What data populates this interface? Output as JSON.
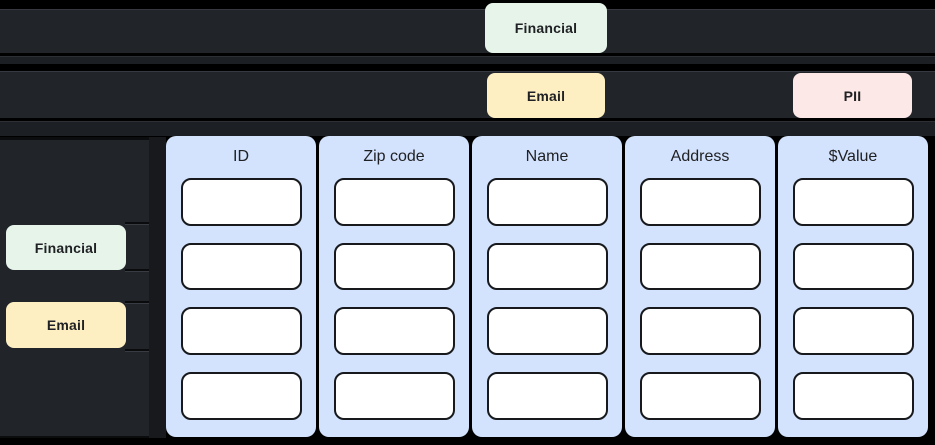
{
  "palette": {
    "background": "#000000",
    "lane_bg": "#212529",
    "substrip_bg": "#1c1f23",
    "panel_bg": "#212529",
    "gutter_bg": "#17191d",
    "column_bg": "#d3e3fd",
    "cell_bg": "#ffffff",
    "cell_border": "#17191c",
    "text_dark": "#202124",
    "tag_financial": "#e6f4ea",
    "tag_email": "#feefc3",
    "tag_pii": "#fce8e6"
  },
  "stream": {
    "lane1": {
      "tag": "Financial"
    },
    "lane2": {
      "tag_left": "Email",
      "tag_right": "PII"
    }
  },
  "row_panel": {
    "tag_top": "Financial",
    "tag_bottom": "Email"
  },
  "table": {
    "columns": [
      {
        "header": "ID",
        "cells": [
          "",
          "",
          "",
          ""
        ]
      },
      {
        "header": "Zip code",
        "cells": [
          "",
          "",
          "",
          ""
        ]
      },
      {
        "header": "Name",
        "cells": [
          "",
          "",
          "",
          ""
        ]
      },
      {
        "header": "Address",
        "cells": [
          "",
          "",
          "",
          ""
        ]
      },
      {
        "header": "$Value",
        "cells": [
          "",
          "",
          "",
          ""
        ]
      }
    ]
  }
}
